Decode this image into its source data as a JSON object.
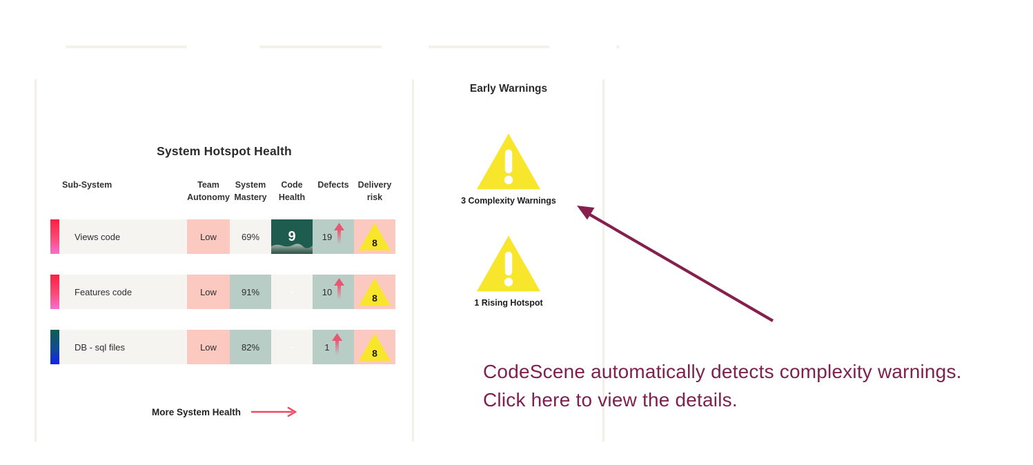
{
  "colors": {
    "accent_maroon": "#7e2150",
    "arrow_maroon": "#841f4e",
    "link_pink": "#f4455f",
    "salmon": "#fbc9c0",
    "sage": "#b7cdc5",
    "row_bg": "#f5f4f1",
    "score_teal": "#1d5c4e",
    "warning_yellow": "#f7e62b",
    "defect_arrow_pink": "#e85672"
  },
  "hotspot_panel": {
    "title": "System Hotspot Health",
    "columns": {
      "sub_system": "Sub-System",
      "team_autonomy": "Team\nAutonomy",
      "system_mastery": "System\nMastery",
      "code_health": "Code\nHealth",
      "defects": "Defects",
      "delivery_risk": "Delivery\nrisk"
    },
    "rows": [
      {
        "name": "Views code",
        "stripe": "red-pink",
        "autonomy": "Low",
        "mastery": "69%",
        "code_health": "9",
        "defects": "19",
        "delivery_risk": "8"
      },
      {
        "name": "Features code",
        "stripe": "red-pink",
        "autonomy": "Low",
        "mastery": "91%",
        "code_health": "-",
        "defects": "10",
        "delivery_risk": "8"
      },
      {
        "name": "DB - sql files",
        "stripe": "teal-blue",
        "autonomy": "Low",
        "mastery": "82%",
        "code_health": "-",
        "defects": "1",
        "delivery_risk": "8"
      }
    ],
    "more_link": "More System Health"
  },
  "early_warnings": {
    "title": "Early Warnings",
    "items": [
      {
        "label": "3 Complexity Warnings"
      },
      {
        "label": "1 Rising Hotspot"
      }
    ]
  },
  "annotation": {
    "line1": "CodeScene automatically detects complexity warnings.",
    "line2": "Click here to view the details."
  }
}
